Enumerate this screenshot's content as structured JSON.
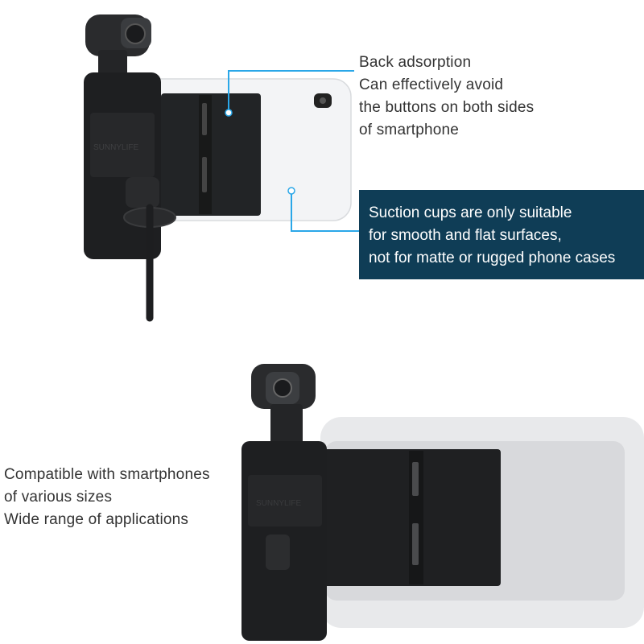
{
  "colors": {
    "callout_line": "#2aa7e8",
    "banner_bg": "#0f3d56",
    "banner_text": "#ffffff",
    "body_text": "#333333",
    "holder_black": "#1e1f21",
    "phone_white": "#f3f4f6"
  },
  "back_adsorption_text": [
    "Back adsorption",
    "Can effectively avoid",
    "the buttons on both sides",
    "of smartphone"
  ],
  "suction_banner_text": [
    "Suction cups are only suitable",
    "for smooth and flat surfaces,",
    "not for matte or rugged phone cases"
  ],
  "compatible_text": [
    "Compatible with smartphones",
    "of various sizes",
    "Wide range of applications"
  ],
  "icons": [
    "gimbal-camera-icon",
    "phone-holder-icon",
    "smartphone-icon",
    "cable-icon"
  ]
}
